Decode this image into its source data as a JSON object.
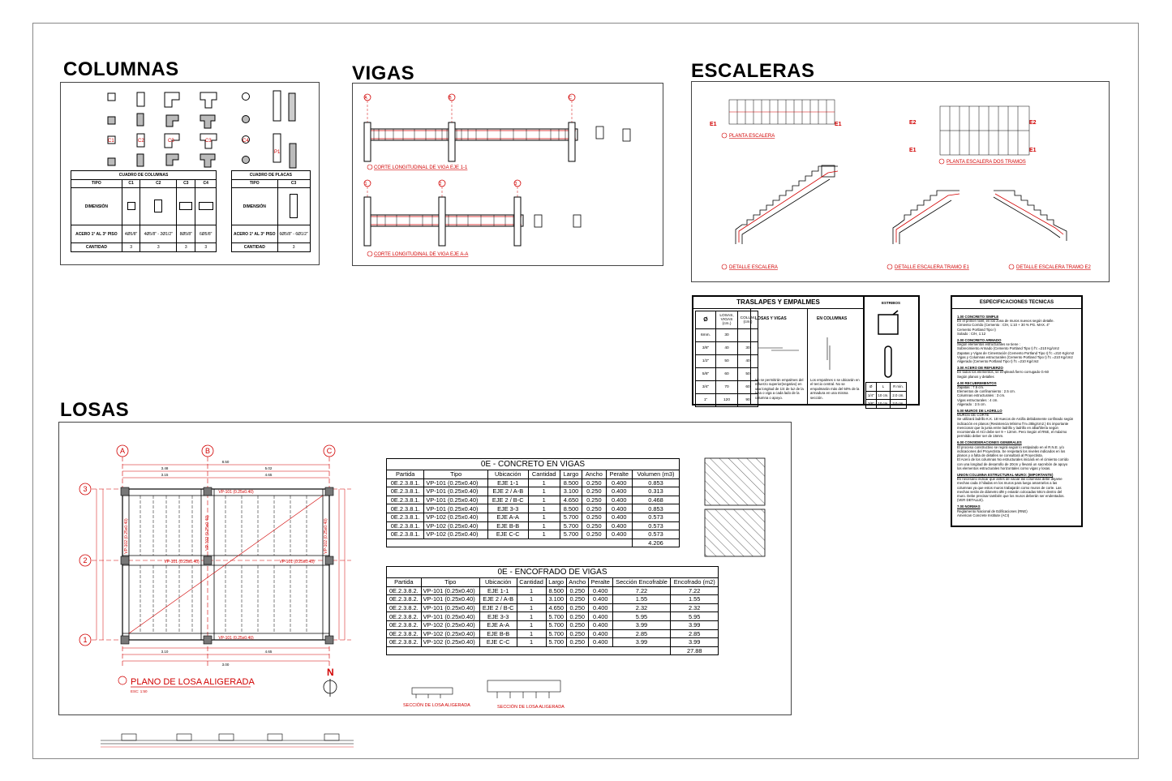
{
  "sections": {
    "columnas": "COLUMNAS",
    "vigas": "VIGAS",
    "escaleras": "ESCALERAS",
    "losas": "LOSAS"
  },
  "colors": {
    "accent_red": "#d10000",
    "line": "#000000"
  },
  "columnas": {
    "cuadro_columnas_title": "CUADRO DE COLUMNAS",
    "cuadro_placas_title": "CUADRO DE PLACAS",
    "col_headers": [
      "TIPO",
      "C1",
      "C2",
      "C3",
      "C4"
    ],
    "placa_headers": [
      "TIPO",
      "C3"
    ],
    "row_dimension": "DIMENSIÓN",
    "row_acero": "ACERO 1° AL 3° PISO",
    "row_cantidad": "CANTIDAD",
    "acero_values": [
      "4Ø5/8\"",
      "4Ø5/8\" - 2Ø1/2\"",
      "8Ø5/8\"",
      "6Ø5/8\""
    ],
    "placa_acero": "6Ø5/8\" - 6Ø1/2\"",
    "cantidad_values": [
      "3",
      "3",
      "3",
      "3"
    ],
    "placa_cantidad": "3",
    "plan_labels": [
      "C1",
      "C2",
      "C3",
      "C3",
      "C4",
      "P1"
    ]
  },
  "vigas": {
    "axes_top": [
      "A",
      "B",
      "C"
    ],
    "axes_bottom": [
      "1",
      "2",
      "3"
    ],
    "caption_1": "CORTE LONGITUDINAL DE VIGA EJE 1-1",
    "caption_2": "CORTE LONGITUDINAL DE VIGA EJE A-A"
  },
  "escaleras": {
    "planta": "PLANTA ESCALERA",
    "planta_dos": "PLANTA ESCALERA DOS TRAMOS",
    "detalle": "DETALLE ESCALERA",
    "detalle_e1": "DETALLE ESCALERA TRAMO E1",
    "detalle_e2": "DETALLE ESCALERA TRAMO E2",
    "tags": [
      "E1",
      "E1",
      "E2",
      "E2",
      "E1",
      "E1"
    ]
  },
  "traslapes": {
    "title": "TRASLAPES Y EMPALMES",
    "headers": [
      "Ø",
      "LOSAS, VIGAS (cm.)",
      "COLUM. (cm.)"
    ],
    "rows": [
      [
        "6mm.",
        "30",
        ""
      ],
      [
        "3/8\"",
        "40",
        "30"
      ],
      [
        "1/2\"",
        "50",
        "40"
      ],
      [
        "5/8\"",
        "60",
        "50"
      ],
      [
        "3/4\"",
        "70",
        "60"
      ],
      [
        "1\"",
        "120",
        "90"
      ]
    ],
    "losas_vigas": "LOSAS Y VIGAS",
    "en_columnas": "EN COLUMNAS",
    "note_losas": "No se permitirán empalmes del refuerzo superior(negativo) en una longitud de 1/4 de luz de la losa o viga a cada lado de la columna o apoyo.",
    "note_columnas": "Los empalmes s se ubicarán en el tercio central. No se empalmarán más del 50% de la armadura en una misma sección.",
    "estribos": "ESTRIBOS",
    "est_headers": [
      "Ø",
      "L",
      "R mín."
    ],
    "est_rows": [
      [
        "1/4\"",
        "10 cm.",
        "2.0 cm."
      ],
      [
        "3/8\"",
        "10 cm.",
        "3.0 cm."
      ]
    ]
  },
  "especificaciones": {
    "title": "ESPECIFICACIONES TECNICAS",
    "lines": [
      "1.00 CONCRETO SIMPLE",
      "En el primer nivel, en los zona de muros nuevos según detalle.",
      "Cimiento Corrido (Cemento : C/H, 1:10 + 30 % PG. MAX. 4\"",
      "Cemento Portland Tipo I)",
      "Solado : C/H, 1:12",
      "2.00 CONCRETO ARMADO",
      "Según elementos estructurales se tiene :",
      "Sobrecimiento Armado (Cemento Portland Tipo I) f'c =210 Kg/cm2",
      "Zapatas y Vigas de Cimentación (Cemento Portland Tipo I) f'c =210 Kg/cm2",
      "Vigas y Columnas estructurales (Cemento Portland Tipo I) f'c =210 Kg/cm2",
      "Aligerado (Cemento Portland Tipo I) f'c =210 Kg/cm2",
      "3.00 ACERO DE REFUERZO",
      "En todos los elementos, se empleará fierro corrugado G-60",
      "Según planos y detalles",
      "4.00 RECUBRIMIENTOS",
      "Zapatas : 7.5 cm.",
      "Elementos de confinamiento : 2.5 cm.",
      "Columnas estructurales : 3 cm.",
      "Vigas estructurales : 4 cm.",
      "Aligerado : 2.5 cm.",
      "5.00 MUROS DE LADRILLO",
      "MUROS DE CORTE",
      "Se utilizará ladrillo K.K. 18 Huecos de Arcilla debidamente confinado según",
      "indicación en planos (Resistencia Mínimo f'm=35kg/cm2.) Es importante",
      "mencionar que la junta entre ladrillo y ladrillo en albañilería según",
      "recomienda el ACI debe ser 9 ~ 12mm. Pero Según el RNE, el máximo",
      "permitido deber ser de 15mm.",
      "6.00 CONSIDERACIONES GENERALES",
      "El proceso constructivo se regirá según lo estipulado en el R.N.E. y/o",
      "indicaciones del Proyectista. Se respetará los niveles indicados en los",
      "planos y a falta de detalles se consultará al Proyectista.",
      "El Acero de los columnas No estructurales iniciará en el cimiento corrido",
      "con una longitud de desarrollo de 20cm y llevará un sacrebón de apoyo",
      "los elementos estructurales horizontales como vigas y losas.",
      "UNION COLUMNA ESTRUCTURAL-MURO: (IMPORTANTE)",
      "Es necesario indicar que antes de vaciar las columnas debe dejarse",
      "mechas cada 3 hiladas en los muros para luego amarrarlos a las",
      "columnas ya que estos muros trabajarán como muros de corte. Las",
      "mechas serán de diámetro Ø8 y estarán colocadas 50cm dentro del",
      "muro. Debe precisar también que los muros deberán ser endentados.",
      "(VER DETALLE).",
      "7.00 NORMAS",
      "Reglamento Nacional de Edificaciones (RNE)",
      "American Concrete Institute (ACI)"
    ]
  },
  "losas": {
    "plan_title": "PLANO DE LOSA ALIGERADA",
    "scale": "ESC: 1:50",
    "north": "N",
    "axes_x": [
      "A",
      "B",
      "C"
    ],
    "axes_y": [
      "3",
      "2",
      "1"
    ],
    "beam_labels": [
      "VP-101 (0.25x0.40)",
      "VP-101 (0.25x0.40)",
      "VP-101 (0.25x0.40)",
      "VP-101 (0.25x0.40)",
      "VP-102 (0.25x0.40)",
      "VP-102 (0.25x0.40)",
      "VP-102 (0.25x0.40)"
    ],
    "seccion_1": "SECCIÓN DE LOSA ALIGERADA",
    "seccion_2": "SECCIÓN DE LOSA ALIGERADA",
    "dims": [
      "8.50",
      "3.48",
      "5.02",
      "3.15",
      "4.65",
      "3.10",
      "4.65",
      "3.00"
    ]
  },
  "tabla_concreto": {
    "title": "0E - CONCRETO EN VIGAS",
    "headers": [
      "Partida",
      "Tipo",
      "Ubicación",
      "Cantidad",
      "Largo",
      "Ancho",
      "Peralte",
      "Volumen (m3)"
    ],
    "rows": [
      [
        "0E.2.3.8.1.",
        "VP-101 (0.25x0.40)",
        "EJE 1-1",
        "1",
        "8.500",
        "0.250",
        "0.400",
        "0.853"
      ],
      [
        "0E.2.3.8.1.",
        "VP-101 (0.25x0.40)",
        "EJE 2 / A-B",
        "1",
        "3.100",
        "0.250",
        "0.400",
        "0.313"
      ],
      [
        "0E.2.3.8.1.",
        "VP-101 (0.25x0.40)",
        "EJE 2 / B-C",
        "1",
        "4.650",
        "0.250",
        "0.400",
        "0.468"
      ],
      [
        "0E.2.3.8.1.",
        "VP-101 (0.25x0.40)",
        "EJE 3-3",
        "1",
        "8.500",
        "0.250",
        "0.400",
        "0.853"
      ],
      [
        "0E.2.3.8.1.",
        "VP-102 (0.25x0.40)",
        "EJE A-A",
        "1",
        "5.700",
        "0.250",
        "0.400",
        "0.573"
      ],
      [
        "0E.2.3.8.1.",
        "VP-102 (0.25x0.40)",
        "EJE B-B",
        "1",
        "5.700",
        "0.250",
        "0.400",
        "0.573"
      ],
      [
        "0E.2.3.8.1.",
        "VP-102 (0.25x0.40)",
        "EJE C-C",
        "1",
        "5.700",
        "0.250",
        "0.400",
        "0.573"
      ]
    ],
    "total": "4.206"
  },
  "tabla_encofrado": {
    "title": "0E - ENCOFRADO DE VIGAS",
    "headers": [
      "Partida",
      "Tipo",
      "Ubicación",
      "Cantidad",
      "Largo",
      "Ancho",
      "Peralte",
      "Sección Encofrable",
      "Encofrado (m2)"
    ],
    "rows": [
      [
        "0E.2.3.8.2.",
        "VP-101 (0.25x0.40)",
        "EJE 1-1",
        "1",
        "8.500",
        "0.250",
        "0.400",
        "7.22",
        "7.22"
      ],
      [
        "0E.2.3.8.2.",
        "VP-101 (0.25x0.40)",
        "EJE 2 / A-B",
        "1",
        "3.100",
        "0.250",
        "0.400",
        "1.55",
        "1.55"
      ],
      [
        "0E.2.3.8.2.",
        "VP-101 (0.25x0.40)",
        "EJE 2 / B-C",
        "1",
        "4.650",
        "0.250",
        "0.400",
        "2.32",
        "2.32"
      ],
      [
        "0E.2.3.8.2.",
        "VP-101 (0.25x0.40)",
        "EJE 3-3",
        "1",
        "5.700",
        "0.250",
        "0.400",
        "5.95",
        "5.95"
      ],
      [
        "0E.2.3.8.2.",
        "VP-102 (0.25x0.40)",
        "EJE A-A",
        "1",
        "5.700",
        "0.250",
        "0.400",
        "3.99",
        "3.99"
      ],
      [
        "0E.2.3.8.2.",
        "VP-102 (0.25x0.40)",
        "EJE B-B",
        "1",
        "5.700",
        "0.250",
        "0.400",
        "2.85",
        "2.85"
      ],
      [
        "0E.2.3.8.2.",
        "VP-102 (0.25x0.40)",
        "EJE C-C",
        "1",
        "5.700",
        "0.250",
        "0.400",
        "3.99",
        "3.99"
      ]
    ],
    "total": "27.88"
  }
}
